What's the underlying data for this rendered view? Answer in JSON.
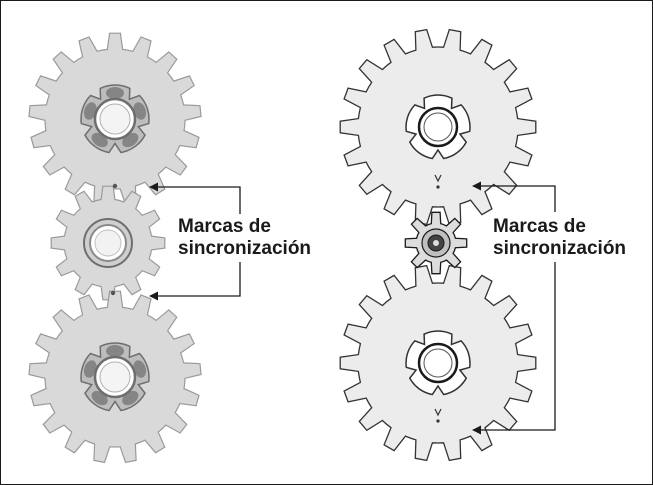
{
  "figure": {
    "panels": [
      {
        "id": "left",
        "style": "shaded",
        "callout": {
          "line1": "Marcas de",
          "line2": "sincronización"
        }
      },
      {
        "id": "right",
        "style": "outline",
        "callout": {
          "line1": "Marcas de",
          "line2": "sincronización"
        }
      }
    ],
    "colors": {
      "gear_fill": "#d9d9d9",
      "gear_stroke": "#9a9a9a",
      "hub_dark": "#6e6e6e",
      "line": "#1a1a1a",
      "outline_fill": "#ececec"
    }
  }
}
